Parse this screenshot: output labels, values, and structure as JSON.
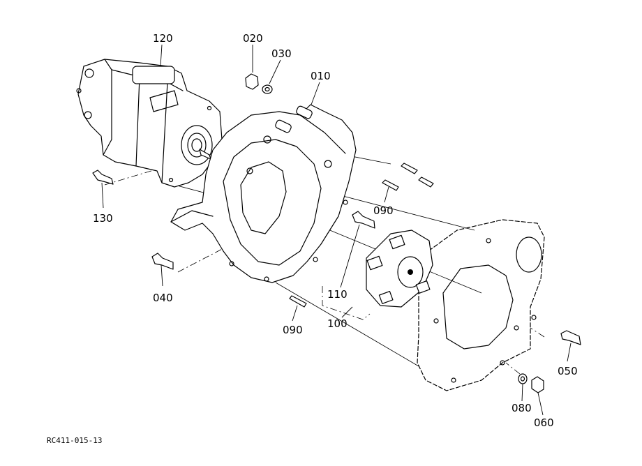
{
  "diagram": {
    "code": "RC411-015-13",
    "parts": {
      "p010": "010",
      "p020": "020",
      "p030": "030",
      "p040": "040",
      "p050": "050",
      "p060": "060",
      "p080": "080",
      "p090a": "090",
      "p090b": "090",
      "p100": "100",
      "p110": "110",
      "p120": "120",
      "p130": "130"
    }
  }
}
